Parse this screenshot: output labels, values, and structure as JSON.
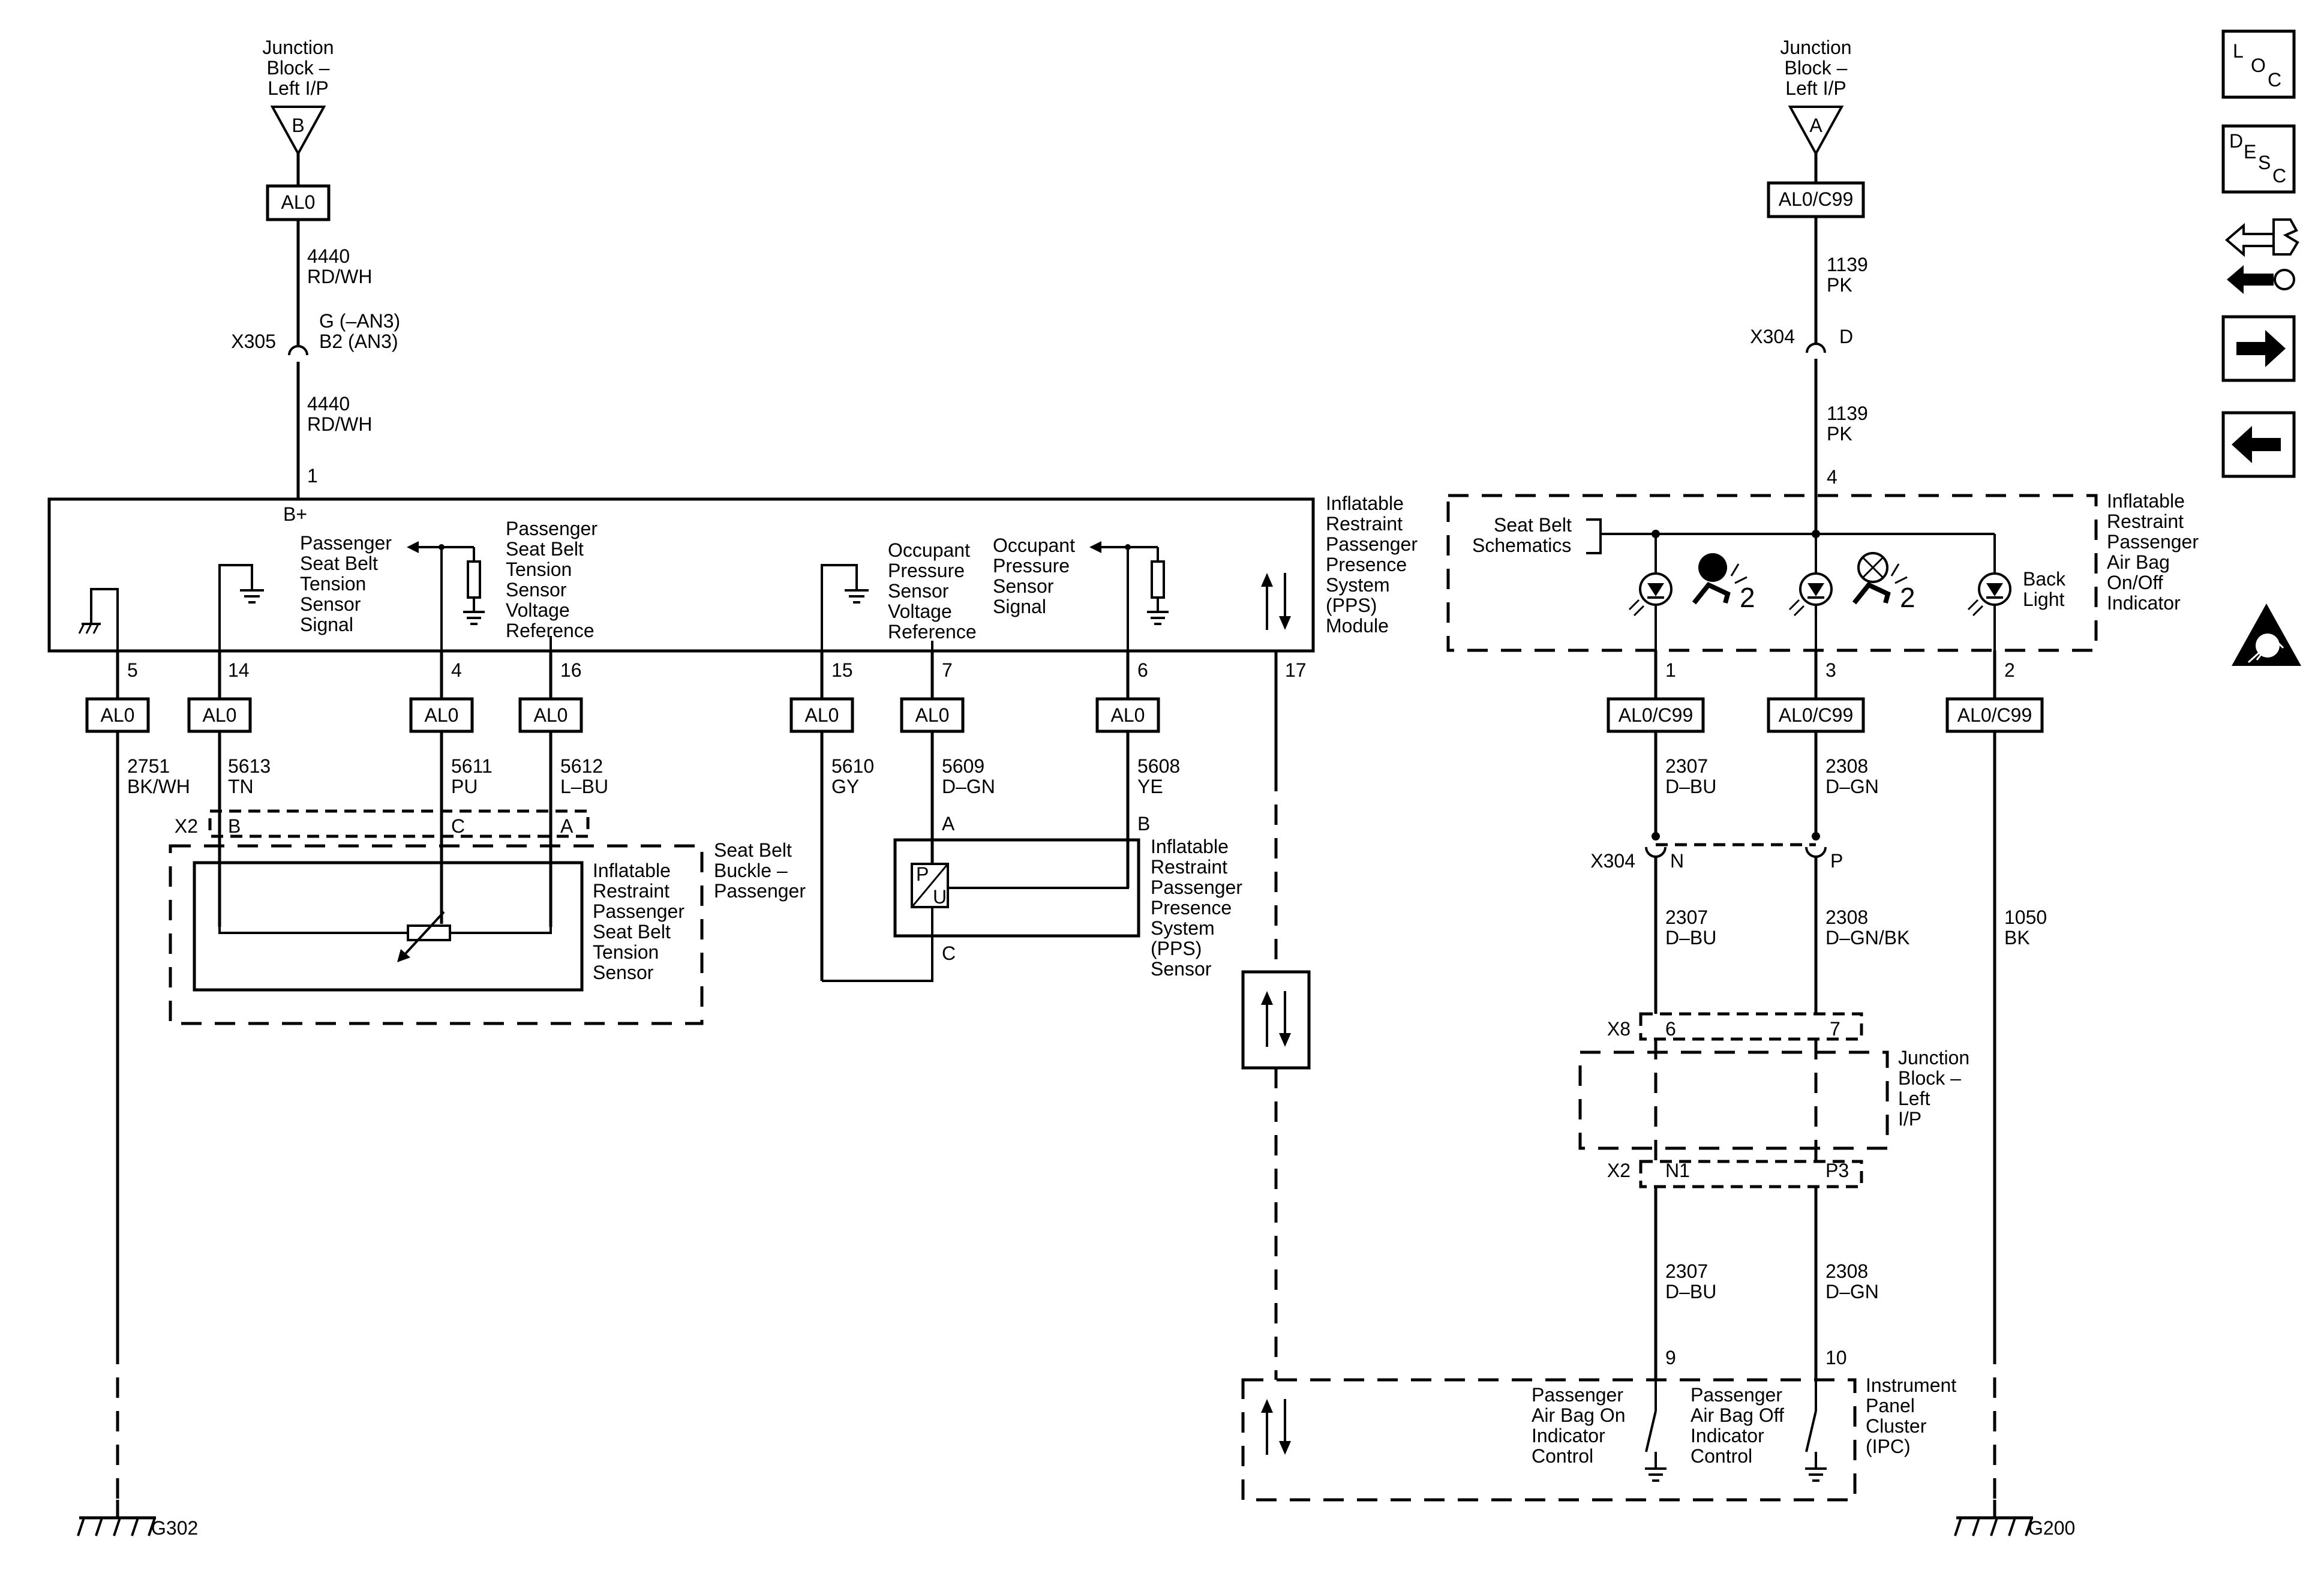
{
  "jb_left_top": [
    "Junction",
    "Block –",
    "Left I/P"
  ],
  "jb_left_top_pin": "B",
  "jb_right_top": [
    "Junction",
    "Block –",
    "Left I/P"
  ],
  "jb_right_top_pin": "A",
  "conn_al0": "AL0",
  "conn_al0c99": "AL0/C99",
  "wire_4440": [
    "4440",
    "RD/WH"
  ],
  "x305": "X305",
  "x305_pin": [
    "G (–AN3)",
    "B2 (AN3)"
  ],
  "wire_1139": [
    "1139",
    "PK"
  ],
  "x304": "X304",
  "x304_pin": "D",
  "pps_module": {
    "label": [
      "Inflatable",
      "Restraint",
      "Passenger",
      "Presence",
      "System",
      "(PPS)",
      "Module"
    ],
    "bplus": "B+",
    "top_pin": "1",
    "tension_signal": [
      "Passenger",
      "Seat Belt",
      "Tension",
      "Sensor",
      "Signal"
    ],
    "tension_vref": [
      "Passenger",
      "Seat Belt",
      "Tension",
      "Sensor",
      "Voltage",
      "Reference"
    ],
    "occ_vref": [
      "Occupant",
      "Pressure",
      "Sensor",
      "Voltage",
      "Reference"
    ],
    "occ_signal": [
      "Occupant",
      "Pressure",
      "Sensor",
      "Signal"
    ],
    "pins": [
      "5",
      "14",
      "4",
      "16",
      "15",
      "7",
      "6",
      "17"
    ]
  },
  "indicator": {
    "label": [
      "Inflatable",
      "Restraint",
      "Passenger",
      "Air Bag",
      "On/Off",
      "Indicator"
    ],
    "seat_belt": [
      "Seat Belt",
      "Schematics"
    ],
    "back_light": [
      "Back",
      "Light"
    ],
    "top_pin": "4",
    "pins": [
      "1",
      "3",
      "2"
    ],
    "glyph_num": "2"
  },
  "wires": {
    "w2751": [
      "2751",
      "BK/WH"
    ],
    "w5613": [
      "5613",
      "TN"
    ],
    "w5611": [
      "5611",
      "PU"
    ],
    "w5612": [
      "5612",
      "L–BU"
    ],
    "w5610": [
      "5610",
      "GY"
    ],
    "w5609": [
      "5609",
      "D–GN"
    ],
    "w5608": [
      "5608",
      "YE"
    ],
    "w2307": [
      "2307",
      "D–BU"
    ],
    "w2308a": [
      "2308",
      "D–GN"
    ],
    "w2307b": [
      "2307",
      "D–BU"
    ],
    "w2308b": [
      "2308",
      "D–GN/BK"
    ],
    "w1050": [
      "1050",
      "BK"
    ],
    "w2307c": [
      "2307",
      "D–BU"
    ],
    "w2308c": [
      "2308",
      "D–GN"
    ]
  },
  "x2": "X2",
  "x2_pins": [
    "B",
    "C",
    "A"
  ],
  "buckle_label": [
    "Seat Belt",
    "Buckle –",
    "Passenger"
  ],
  "tension_sensor": [
    "Inflatable",
    "Restraint",
    "Passenger",
    "Seat Belt",
    "Tension",
    "Sensor"
  ],
  "pps_sensor": [
    "Inflatable",
    "Restraint",
    "Passenger",
    "Presence",
    "System",
    "(PPS)",
    "Sensor"
  ],
  "pps_sensor_pins": [
    "A",
    "B",
    "C"
  ],
  "pu": [
    "P",
    "U"
  ],
  "x304_mid_pins": [
    "N",
    "P"
  ],
  "jb_mid": {
    "x8": "X8",
    "x8_pins": [
      "6",
      "7"
    ],
    "x2": "X2",
    "x2_pins": [
      "N1",
      "P3"
    ],
    "label": [
      "Junction",
      "Block –",
      "Left",
      "I/P"
    ]
  },
  "ipc": {
    "label": [
      "Instrument",
      "Panel",
      "Cluster",
      "(IPC)"
    ],
    "on_ctrl": [
      "Passenger",
      "Air Bag On",
      "Indicator",
      "Control"
    ],
    "off_ctrl": [
      "Passenger",
      "Air Bag Off",
      "Indicator",
      "Control"
    ],
    "pins": [
      "9",
      "10"
    ]
  },
  "g302": "G302",
  "g200": "G200",
  "sidebar": {
    "loc": [
      "L",
      "O",
      "C"
    ],
    "desc": [
      "D",
      "E",
      "S",
      "C"
    ]
  }
}
